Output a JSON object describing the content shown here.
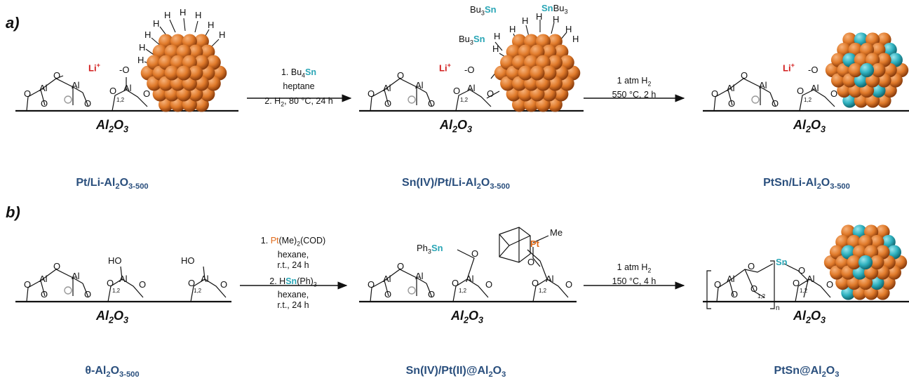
{
  "colors": {
    "pt_particle": "#e07a2a",
    "sn_particle": "#2fb1bf",
    "tin_label": "#2aa6b6",
    "li_label": "#d21e1e",
    "catalyst_name": "#2a4f7d",
    "platinum_label": "#e06a1a"
  },
  "panel_a": {
    "label": "a)",
    "support": "Al",
    "support_sub1": "2",
    "support_mid": "O",
    "support_sub2": "3",
    "li": "Li",
    "li_charge": "+",
    "oxide_anion": "-O",
    "hydride": "H",
    "tin_reagent_bu": "Bu",
    "tin_sub3": "3",
    "tin": "Sn",
    "step1": {
      "line1_prefix": "1. Bu",
      "line1_sub": "4",
      "line1_sn": "Sn",
      "line2": "heptane",
      "line3_prefix": "2. H",
      "line3_sub": "2",
      "line3_suffix": ", 80 °C, 24 h"
    },
    "step2": {
      "line1_prefix": "1 atm H",
      "line1_sub": "2",
      "line2": "550 °C, 2 h"
    },
    "names": [
      {
        "base": "Pt/Li-Al",
        "s1": "2",
        "mid": "O",
        "s2": "3-500"
      },
      {
        "base": "Sn(IV)/Pt/Li-Al",
        "s1": "2",
        "mid": "O",
        "s2": "3-500"
      },
      {
        "base": "PtSn/Li-Al",
        "s1": "2",
        "mid": "O",
        "s2": "3-500"
      }
    ]
  },
  "panel_b": {
    "label": "b)",
    "ho": "HO",
    "ph3sn_prefix": "Ph",
    "ph3sn_sub": "3",
    "ph3sn_sn": "Sn",
    "pt": "Pt",
    "me": "Me",
    "sn": "Sn",
    "n": "n",
    "step1": {
      "l1_prefix": "1. ",
      "l1_pt": "Pt",
      "l1_suffix": "(Me)",
      "l1_sub": "2",
      "l1_end": "(COD)",
      "l2": "hexane,",
      "l3": "r.t., 24 h",
      "l4_prefix": "2. H",
      "l4_sn": "Sn",
      "l4_suffix": "(Ph)",
      "l4_sub": "3",
      "l5": "hexane,",
      "l6": "r.t., 24 h"
    },
    "step2": {
      "line1_prefix": "1 atm H",
      "line1_sub": "2",
      "line2": "150 °C, 4 h"
    },
    "names": [
      {
        "base": "θ-Al",
        "s1": "2",
        "mid": "O",
        "s2": "3-500",
        "end": ""
      },
      {
        "base": "Sn(IV)/Pt(II)@Al",
        "s1": "2",
        "mid": "O",
        "s2": "3",
        "end": ""
      },
      {
        "base": "PtSn@Al",
        "s1": "2",
        "mid": "O",
        "s2": "3",
        "end": ""
      }
    ]
  },
  "surface": {
    "o": "O",
    "al": "Al",
    "bracket_sub": "1,2"
  }
}
